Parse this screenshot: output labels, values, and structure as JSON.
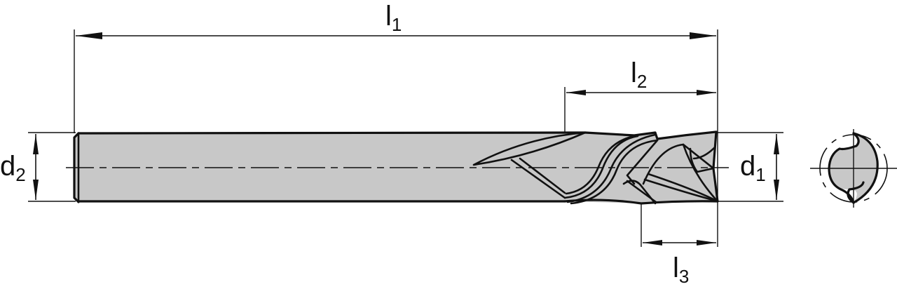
{
  "drawing": {
    "title": "End mill dimension drawing",
    "colors": {
      "body_fill": "#c8c8c8",
      "line": "#111111",
      "background": "#ffffff"
    },
    "dimensions": {
      "l1": {
        "symbol": "l",
        "subscript": "1",
        "meaning": "overall length"
      },
      "l2": {
        "symbol": "l",
        "subscript": "2",
        "meaning": "flute length"
      },
      "l3": {
        "symbol": "l",
        "subscript": "3",
        "meaning": "cutting length"
      },
      "d1": {
        "symbol": "d",
        "subscript": "1",
        "meaning": "cutting diameter"
      },
      "d2": {
        "symbol": "d",
        "subscript": "2",
        "meaning": "shank diameter"
      }
    },
    "views": [
      {
        "name": "side-view",
        "description": "Side view of two-flute end mill with shank and helical flutes"
      },
      {
        "name": "end-view",
        "description": "Cross-section end view showing two flutes"
      }
    ]
  }
}
